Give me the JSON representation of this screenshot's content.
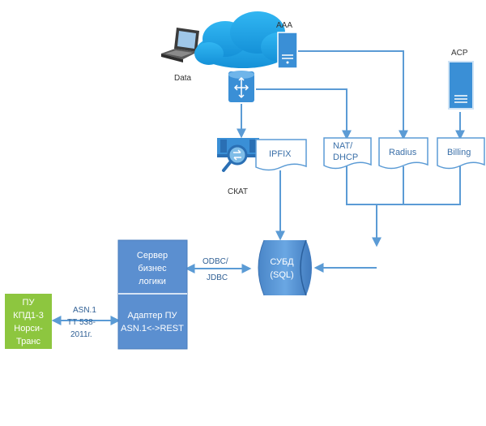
{
  "colors": {
    "primary": "#5b9bd5",
    "box": "#5b8fd0",
    "green": "#8dc63f",
    "cloud": "#1ea0e6"
  },
  "nodes": {
    "laptop": {
      "label": "Data",
      "icon": "laptop-icon"
    },
    "cloud": {
      "icon": "cloud-icon"
    },
    "aaa": {
      "label": "AAA",
      "icon": "server-icon"
    },
    "router": {
      "icon": "router-icon"
    },
    "acp": {
      "label": "ACP",
      "icon": "server-icon"
    },
    "skat": {
      "label": "СКАТ",
      "icon": "dpi-device-icon"
    },
    "ipfix": {
      "label": "IPFIX"
    },
    "nat": {
      "line1": "NAT/",
      "line2": "DHCP"
    },
    "radius": {
      "label": "Radius"
    },
    "billing": {
      "label": "Billing"
    },
    "server_logic": {
      "line1": "Сервер",
      "line2": "бизнес",
      "line3": "логики"
    },
    "adapter": {
      "line1": "Адаптер ПУ",
      "line2": "ASN.1<->REST"
    },
    "db": {
      "line1": "СУБД",
      "line2": "(SQL)"
    },
    "pu": {
      "line1": "ПУ",
      "line2": "КПД1-3",
      "line3": "Норси-",
      "line4": "Транс"
    }
  },
  "edge_labels": {
    "odbc_line1": "ODBC/",
    "odbc_line2": "JDBC",
    "asn_line1": "ASN.1",
    "asn_line2": "ТТ 538-",
    "asn_line3": "2011г."
  }
}
